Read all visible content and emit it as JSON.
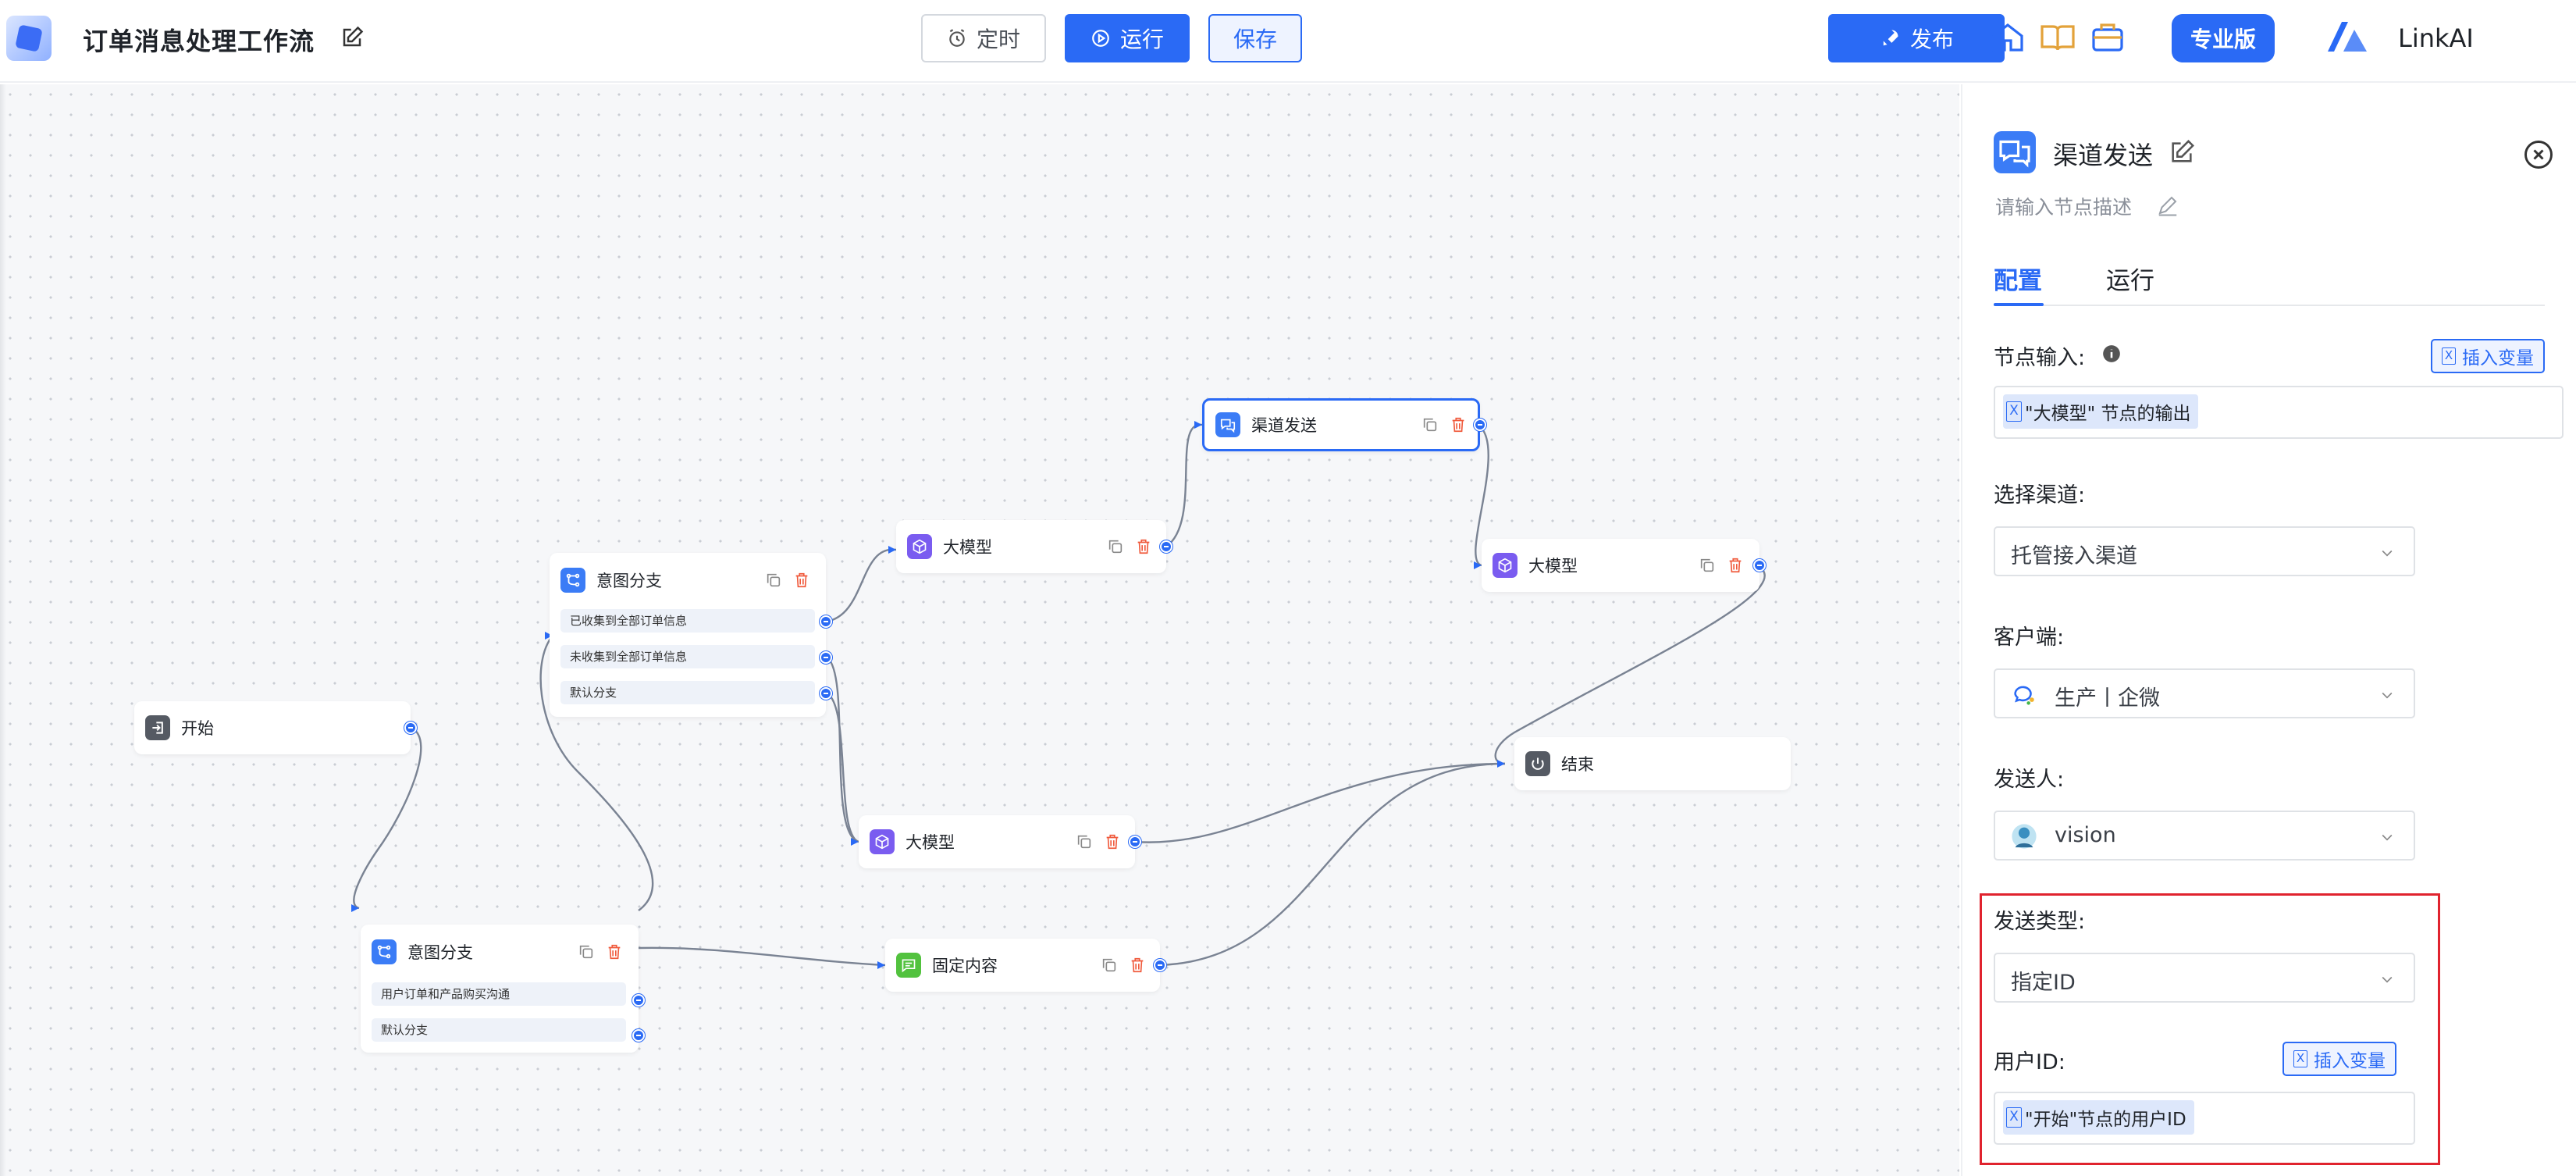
{
  "header": {
    "title": "订单消息处理工作流",
    "schedule_label": "定时",
    "run_label": "运行",
    "save_label": "保存",
    "publish_label": "发布",
    "pro_label": "专业版",
    "brand_name": "LinkAI"
  },
  "nodes": {
    "start": {
      "title": "开始"
    },
    "intent1": {
      "title": "意图分支",
      "branches": [
        "用户订单和产品购买沟通",
        "默认分支"
      ]
    },
    "intent2": {
      "title": "意图分支",
      "branches": [
        "已收集到全部订单信息",
        "未收集到全部订单信息",
        "默认分支"
      ]
    },
    "llm1": {
      "title": "大模型"
    },
    "llm2": {
      "title": "大模型"
    },
    "llm3": {
      "title": "大模型"
    },
    "channel": {
      "title": "渠道发送"
    },
    "fixed": {
      "title": "固定内容"
    },
    "end": {
      "title": "结束"
    }
  },
  "panel": {
    "title": "渠道发送",
    "description_placeholder": "请输入节点描述",
    "tabs": [
      "配置",
      "运行"
    ],
    "active_tab": "配置",
    "node_input_label": "节点输入:",
    "insert_var_label": "插入变量",
    "node_input_value": "\"大模型\" 节点的输出",
    "channel_label": "选择渠道:",
    "channel_value": "托管接入渠道",
    "client_label": "客户端:",
    "client_value": "生产丨企微",
    "sender_label": "发送人:",
    "sender_value": "vision",
    "send_type_label": "发送类型:",
    "send_type_value": "指定ID",
    "user_id_label": "用户ID:",
    "user_id_value": "\"开始\"节点的用户ID"
  },
  "colors": {
    "accent": "#2a6af5",
    "highlight_border": "#e0232e",
    "delete_icon": "#f05a3c"
  }
}
